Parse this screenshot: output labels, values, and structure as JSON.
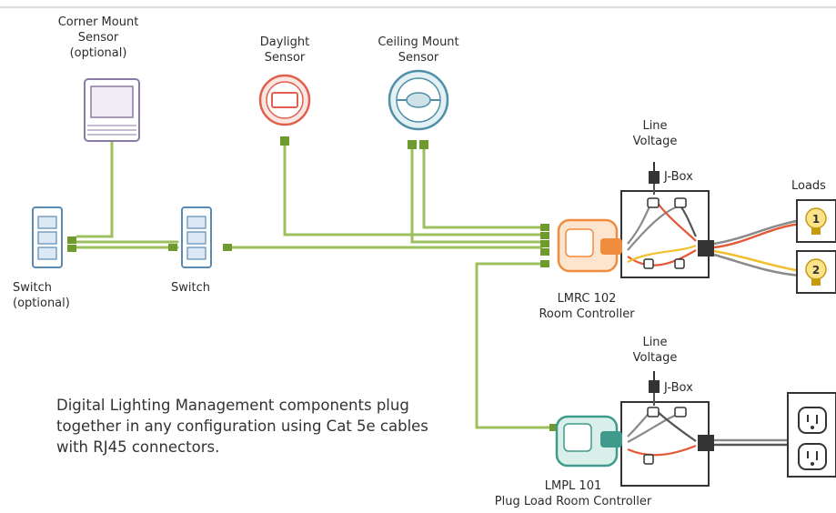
{
  "labels": {
    "corner_sensor": [
      "Corner Mount",
      "Sensor",
      "(optional)"
    ],
    "daylight_sensor": [
      "Daylight",
      "Sensor"
    ],
    "ceiling_sensor": [
      "Ceiling Mount",
      "Sensor"
    ],
    "switch_optional": [
      "Switch",
      "(optional)"
    ],
    "switch": "Switch",
    "line_voltage_1": [
      "Line",
      "Voltage"
    ],
    "jbox_1": "J-Box",
    "loads": "Loads",
    "room_controller": [
      "LMRC 102",
      "Room Controller"
    ],
    "line_voltage_2": [
      "Line",
      "Voltage"
    ],
    "jbox_2": "J-Box",
    "plug_controller": [
      "LMPL 101",
      "Plug Load Room Controller"
    ],
    "bulb_1": "1",
    "bulb_2": "2"
  },
  "caption": "Digital Lighting Management components plug together in any configuration using Cat 5e cables with RJ45 connectors.",
  "colors": {
    "cable": "#9cc060",
    "connector": "#6f9a2e",
    "daylight": "#e0604d",
    "ceiling": "#4f8fa8",
    "corner": "#8a7aa5",
    "switch": "#5a8bb5",
    "room_controller": "#f08c3e",
    "plug_controller": "#3f9a8c",
    "bulb": "#f2c320",
    "wire_red": "#e35a3a",
    "wire_yellow": "#f0c030",
    "wire_gray": "#8a8a8a"
  }
}
